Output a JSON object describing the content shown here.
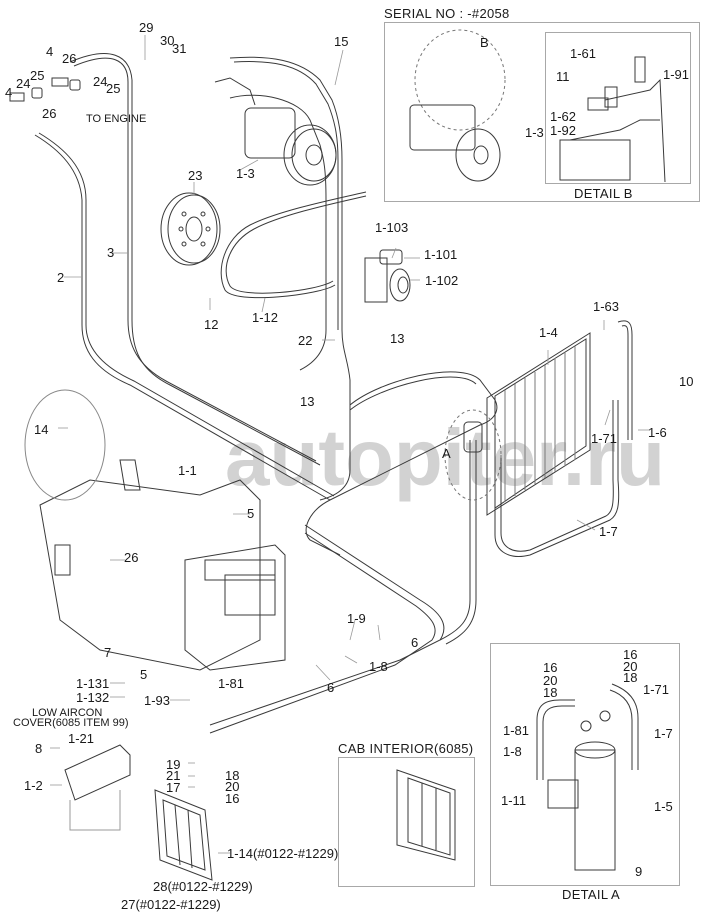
{
  "diagram": {
    "title": "Air conditioner piping & components parts diagram",
    "watermark": "autopiter.ru",
    "serial_box": {
      "heading": "SERIAL NO : -#2058",
      "detail_b_caption": "DETAIL B",
      "callout_b": "B",
      "labels": [
        "1-3",
        "1-61",
        "11",
        "1-91",
        "1-62",
        "1-92"
      ]
    },
    "cab_interior": {
      "heading": "CAB INTERIOR(6085)"
    },
    "detail_a": {
      "caption": "DETAIL A",
      "labels": [
        "16",
        "20",
        "18",
        "16",
        "20",
        "18",
        "1-71",
        "1-81",
        "1-7",
        "1-8",
        "1-11",
        "1-5",
        "9"
      ]
    },
    "notes": {
      "to_engine": "TO ENGINE",
      "low_aircon_1": "LOW AIRCON",
      "low_aircon_2": "COVER(6085 ITEM 99)",
      "callout_a": "A"
    },
    "callouts": {
      "c29": "29",
      "c30": "30",
      "c31": "31",
      "c15": "15",
      "c4a": "4",
      "c26a": "26",
      "c25a": "25",
      "c24a": "24",
      "c4b": "4",
      "c24b": "24",
      "c25b": "25",
      "c26b": "26",
      "c1_3": "1-3",
      "c23": "23",
      "c3": "3",
      "c2": "2",
      "c12": "12",
      "c1_12": "1-12",
      "c1_103": "1-103",
      "c1_101": "1-101",
      "c1_102": "1-102",
      "c13a": "13",
      "c22": "22",
      "c13b": "13",
      "c1_63": "1-63",
      "c1_4": "1-4",
      "c10": "10",
      "c1_71": "1-71",
      "c1_6": "1-6",
      "c14": "14",
      "c1_1": "1-1",
      "c5a": "5",
      "c26c": "26",
      "c1_7": "1-7",
      "c1_9": "1-9",
      "c6a": "6",
      "c1_8": "1-8",
      "c6b": "6",
      "c7": "7",
      "c5b": "5",
      "c1_131": "1-131",
      "c1_132": "1-132",
      "c1_81": "1-81",
      "c1_93": "1-93",
      "c8": "8",
      "c1_21": "1-21",
      "c1_2": "1-2",
      "c19": "19",
      "c21": "21",
      "c18": "18",
      "c17": "17",
      "c20": "20",
      "c16": "16",
      "c1_14": "1-14(#0122-#1229)",
      "c28": "28(#0122-#1229)",
      "c27": "27(#0122-#1229)"
    },
    "colors": {
      "line": "#3a3a3a",
      "faint": "#9a9a9a",
      "frame": "#a8a8a8",
      "watermark": "#d0d0d0"
    }
  }
}
